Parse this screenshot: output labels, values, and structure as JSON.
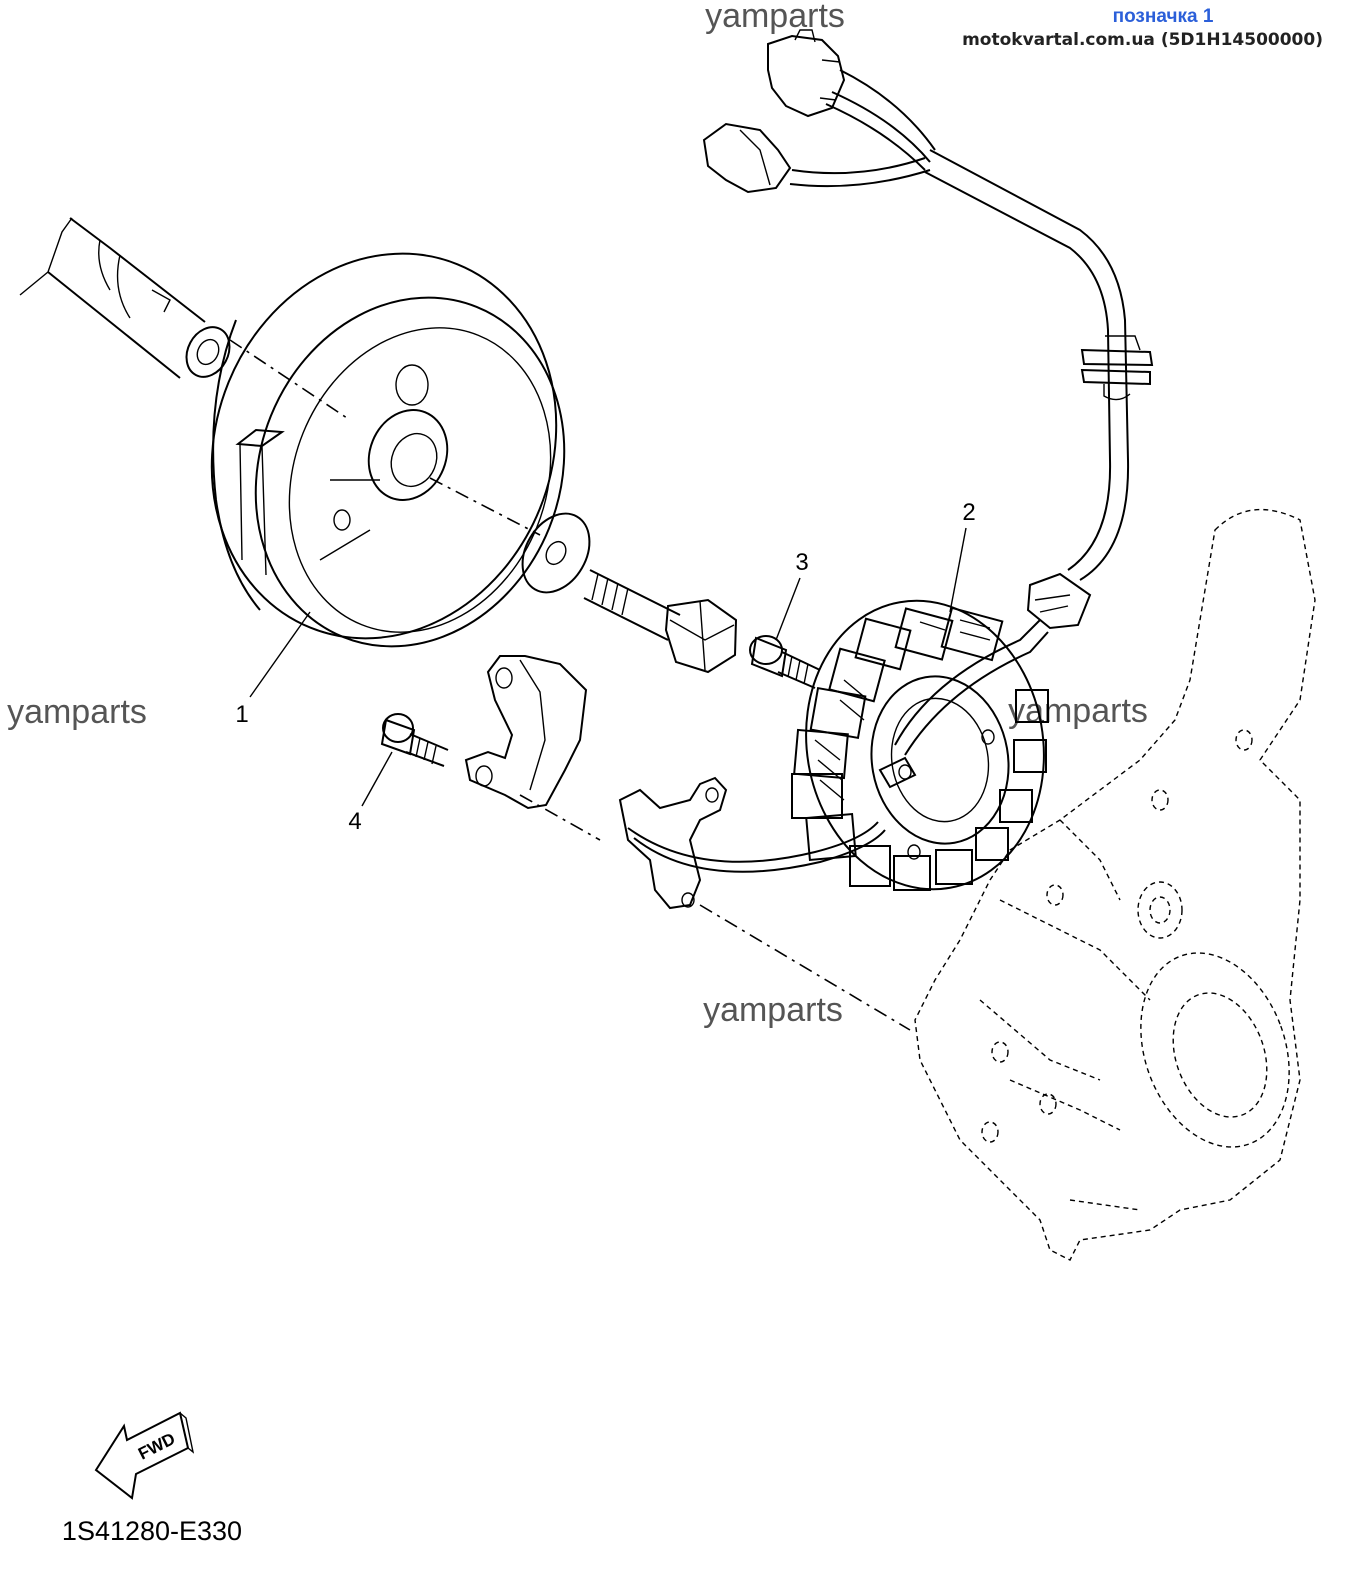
{
  "header": {
    "label": "позначка 1",
    "site": "motokvartal.com.ua (5D1H14500000)"
  },
  "watermarks": [
    "yamparts",
    "yamparts",
    "yamparts",
    "yamparts"
  ],
  "callouts": {
    "part_1": "1",
    "part_2": "2",
    "part_3": "3",
    "part_4": "4"
  },
  "fwd_arrow": {
    "label": "FWD"
  },
  "diagram_code": "1S41280-E330"
}
